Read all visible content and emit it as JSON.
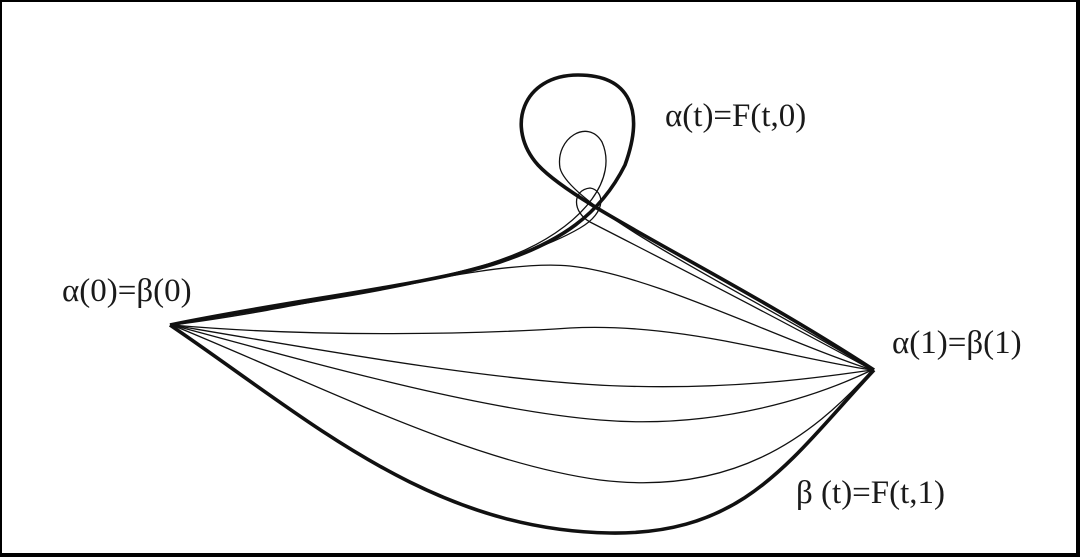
{
  "labels": {
    "alpha_curve": "α(t)=F(t,0)",
    "start_point": "α(0)=β(0)",
    "end_point": "α(1)=β(1)",
    "beta_curve": "β (t)=F(t,1)"
  },
  "colors": {
    "background": "#ffffff",
    "border": "#000000",
    "ink": "#111111"
  }
}
